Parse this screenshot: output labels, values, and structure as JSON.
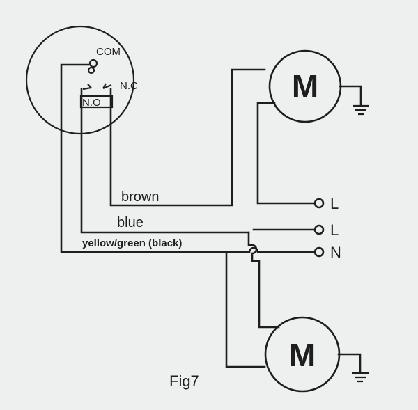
{
  "switch": {
    "com_label": "COM",
    "nc_label": "N.C",
    "no_label": "N.O"
  },
  "wires": {
    "brown_label": "brown",
    "blue_label": "blue",
    "yellow_green_label": "yellow/green (black)"
  },
  "terminals": {
    "t1_label": "L",
    "t2_label": "L",
    "t3_label": "N"
  },
  "motors": {
    "top_label": "M",
    "bottom_label": "M"
  },
  "figure": {
    "caption": "Fig7"
  },
  "colors": {
    "background": "#eef0ef",
    "ink": "#1e1e1e"
  }
}
